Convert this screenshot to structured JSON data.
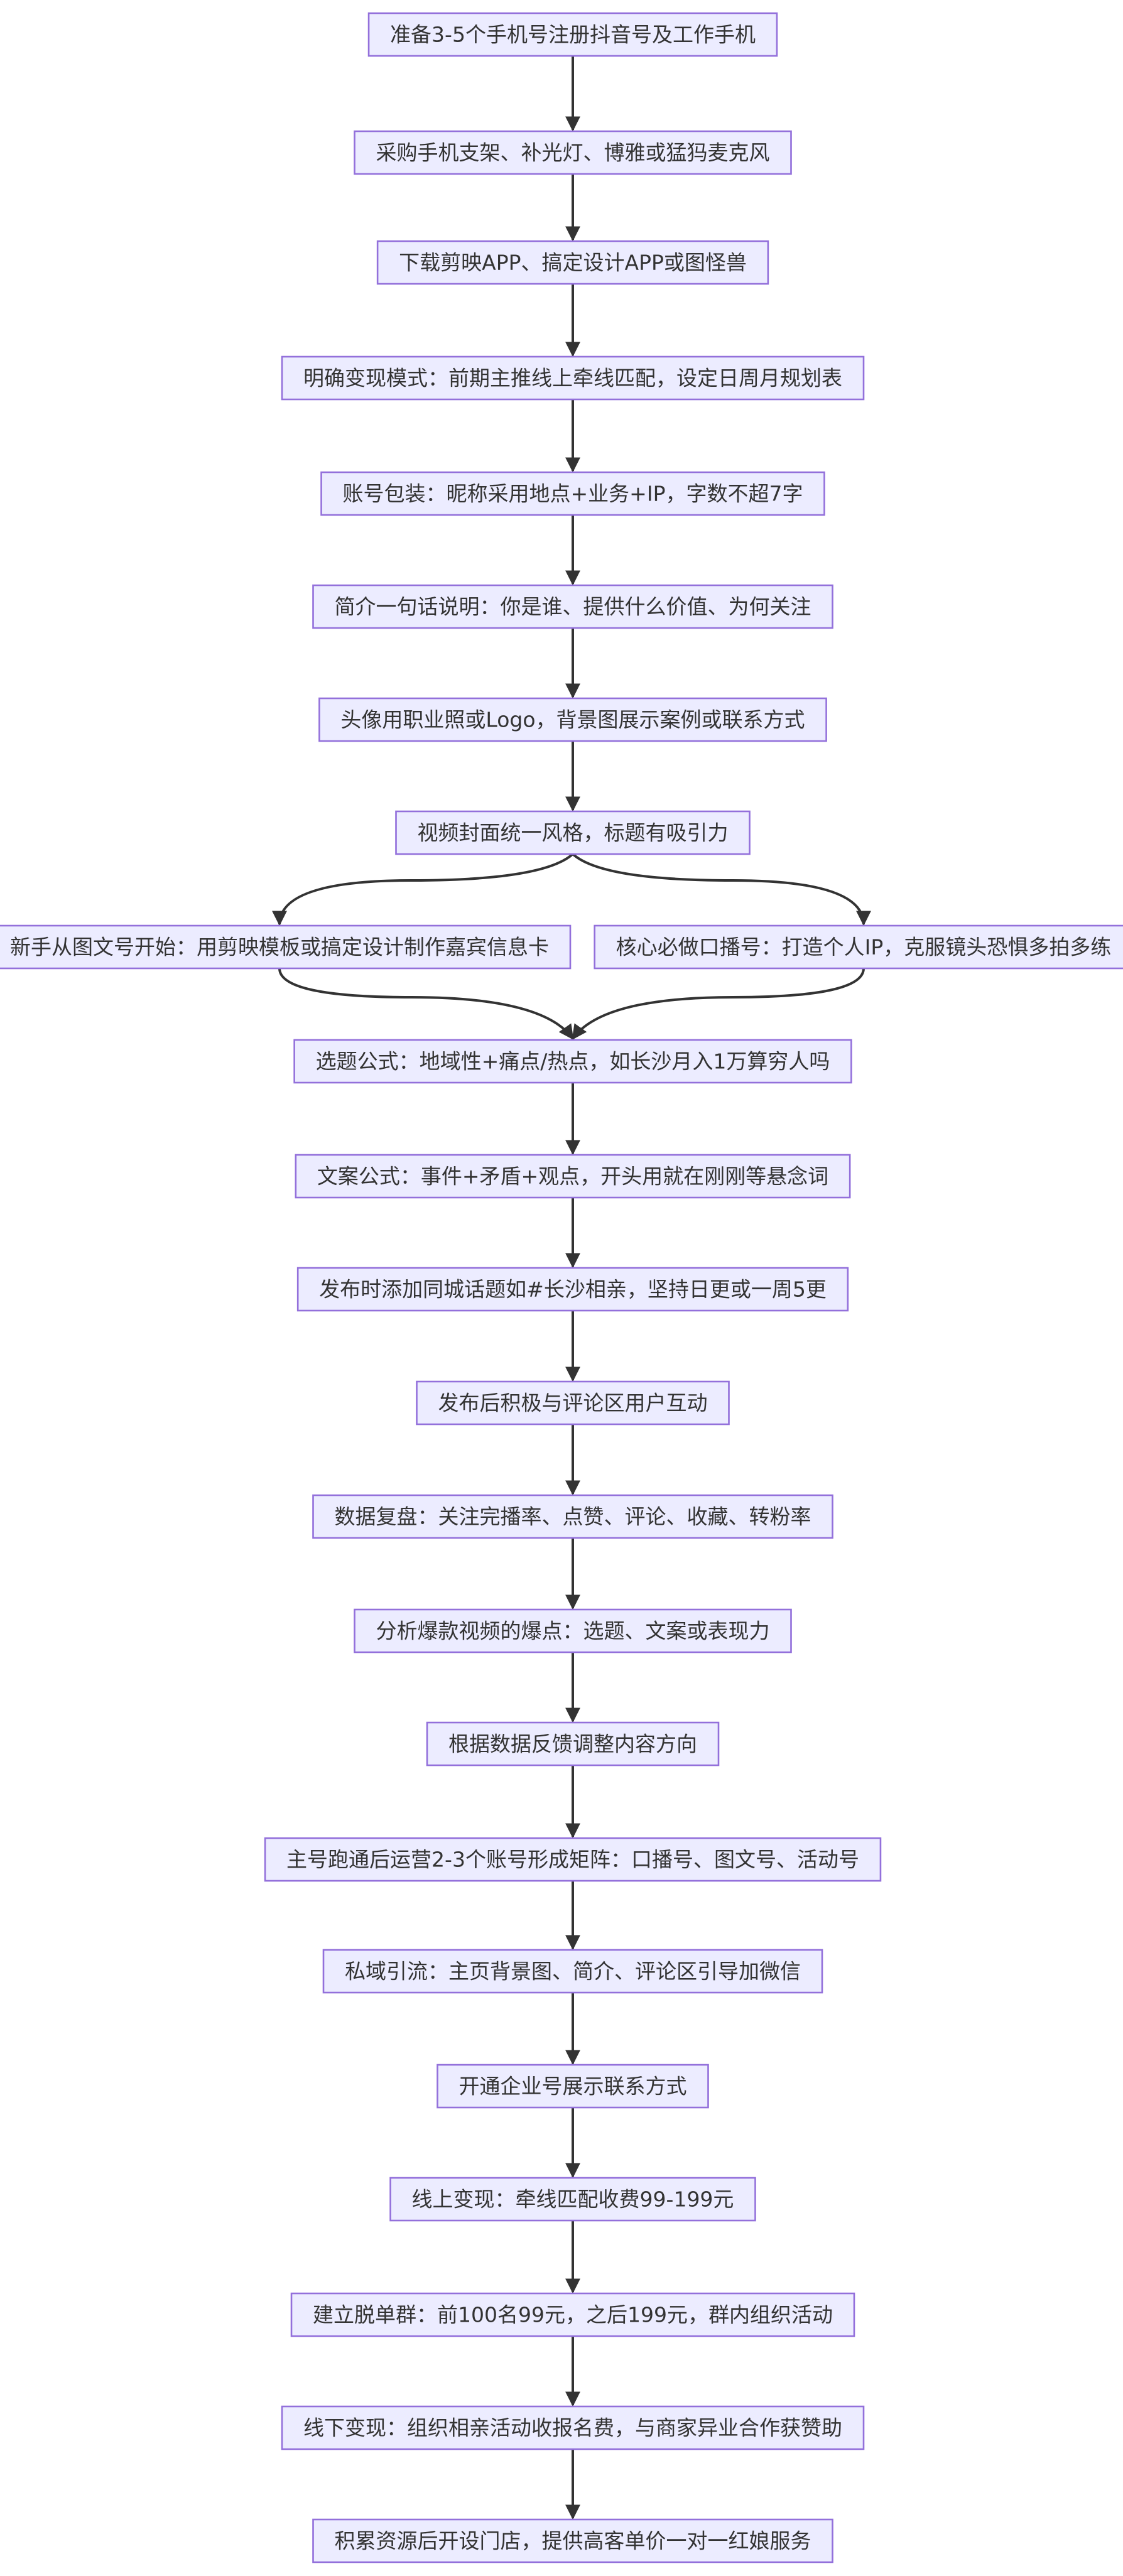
{
  "diagram": {
    "type": "flowchart",
    "direction": "top-down",
    "nodes": [
      {
        "id": "n1",
        "label": "准备3-5个手机号注册抖音号及工作手机"
      },
      {
        "id": "n2",
        "label": "采购手机支架、补光灯、博雅或猛犸麦克风"
      },
      {
        "id": "n3",
        "label": "下载剪映APP、搞定设计APP或图怪兽"
      },
      {
        "id": "n4",
        "label": "明确变现模式：前期主推线上牵线匹配，设定日周月规划表"
      },
      {
        "id": "n5",
        "label": "账号包装：昵称采用地点+业务+IP，字数不超7字"
      },
      {
        "id": "n6",
        "label": "简介一句话说明：你是谁、提供什么价值、为何关注"
      },
      {
        "id": "n7",
        "label": "头像用职业照或Logo，背景图展示案例或联系方式"
      },
      {
        "id": "n8",
        "label": "视频封面统一风格，标题有吸引力"
      },
      {
        "id": "n9a",
        "label": "新手从图文号开始：用剪映模板或搞定设计制作嘉宾信息卡"
      },
      {
        "id": "n9b",
        "label": "核心必做口播号：打造个人IP，克服镜头恐惧多拍多练"
      },
      {
        "id": "n10",
        "label": "选题公式：地域性+痛点/热点，如长沙月入1万算穷人吗"
      },
      {
        "id": "n11",
        "label": "文案公式：事件+矛盾+观点，开头用就在刚刚等悬念词"
      },
      {
        "id": "n12",
        "label": "发布时添加同城话题如#长沙相亲，坚持日更或一周5更"
      },
      {
        "id": "n13",
        "label": "发布后积极与评论区用户互动"
      },
      {
        "id": "n14",
        "label": "数据复盘：关注完播率、点赞、评论、收藏、转粉率"
      },
      {
        "id": "n15",
        "label": "分析爆款视频的爆点：选题、文案或表现力"
      },
      {
        "id": "n16",
        "label": "根据数据反馈调整内容方向"
      },
      {
        "id": "n17",
        "label": "主号跑通后运营2-3个账号形成矩阵：口播号、图文号、活动号"
      },
      {
        "id": "n18",
        "label": "私域引流：主页背景图、简介、评论区引导加微信"
      },
      {
        "id": "n19",
        "label": "开通企业号展示联系方式"
      },
      {
        "id": "n20",
        "label": "线上变现：牵线匹配收费99-199元"
      },
      {
        "id": "n21",
        "label": "建立脱单群：前100名99元，之后199元，群内组织活动"
      },
      {
        "id": "n22",
        "label": "线下变现：组织相亲活动收报名费，与商家异业合作获赞助"
      },
      {
        "id": "n23",
        "label": "积累资源后开设门店，提供高客单价一对一红娘服务"
      }
    ],
    "edges": [
      [
        "n1",
        "n2"
      ],
      [
        "n2",
        "n3"
      ],
      [
        "n3",
        "n4"
      ],
      [
        "n4",
        "n5"
      ],
      [
        "n5",
        "n6"
      ],
      [
        "n6",
        "n7"
      ],
      [
        "n7",
        "n8"
      ],
      [
        "n8",
        "n9a"
      ],
      [
        "n8",
        "n9b"
      ],
      [
        "n9a",
        "n10"
      ],
      [
        "n9b",
        "n10"
      ],
      [
        "n10",
        "n11"
      ],
      [
        "n11",
        "n12"
      ],
      [
        "n12",
        "n13"
      ],
      [
        "n13",
        "n14"
      ],
      [
        "n14",
        "n15"
      ],
      [
        "n15",
        "n16"
      ],
      [
        "n16",
        "n17"
      ],
      [
        "n17",
        "n18"
      ],
      [
        "n18",
        "n19"
      ],
      [
        "n19",
        "n20"
      ],
      [
        "n20",
        "n21"
      ],
      [
        "n21",
        "n22"
      ],
      [
        "n22",
        "n23"
      ]
    ],
    "colors": {
      "node_fill": "#ECECFF",
      "node_border": "#9370DB",
      "text": "#333333",
      "edge": "#333333"
    }
  }
}
